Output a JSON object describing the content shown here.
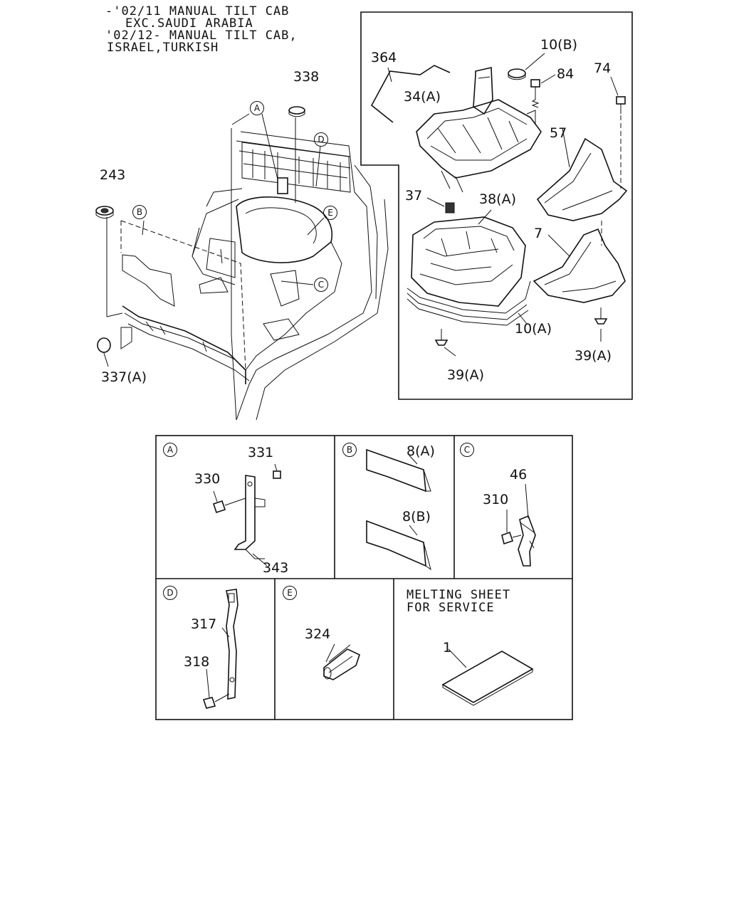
{
  "header_note": {
    "line1": "-'02/11 MANUAL TILT CAB",
    "line2": "EXC.SAUDI ARABIA",
    "line3": "'02/12- MANUAL TILT CAB,",
    "line4": "ISRAEL,TURKISH"
  },
  "main_labels": {
    "p338": "338",
    "p243": "243",
    "p337a": "337(A)"
  },
  "main_refs": {
    "a": "A",
    "b": "B",
    "c": "C",
    "d": "D",
    "e": "E"
  },
  "inset_labels": {
    "p364": "364",
    "p10b": "10(B)",
    "p84": "84",
    "p74": "74",
    "p34a": "34(A)",
    "p57": "57",
    "p37": "37",
    "p38a": "38(A)",
    "p7": "7",
    "p10a": "10(A)",
    "p39a_left": "39(A)",
    "p39a_right": "39(A)"
  },
  "detail_a": {
    "ref": "A",
    "p331": "331",
    "p330": "330",
    "p343": "343"
  },
  "detail_b": {
    "ref": "B",
    "p8a": "8(A)",
    "p8b": "8(B)"
  },
  "detail_c": {
    "ref": "C",
    "p46": "46",
    "p310": "310"
  },
  "detail_d": {
    "ref": "D",
    "p317": "317",
    "p318": "318"
  },
  "detail_e": {
    "ref": "E",
    "p324": "324"
  },
  "detail_melting": {
    "line1": "MELTING SHEET",
    "line2": "FOR SERVICE",
    "p1": "1"
  }
}
